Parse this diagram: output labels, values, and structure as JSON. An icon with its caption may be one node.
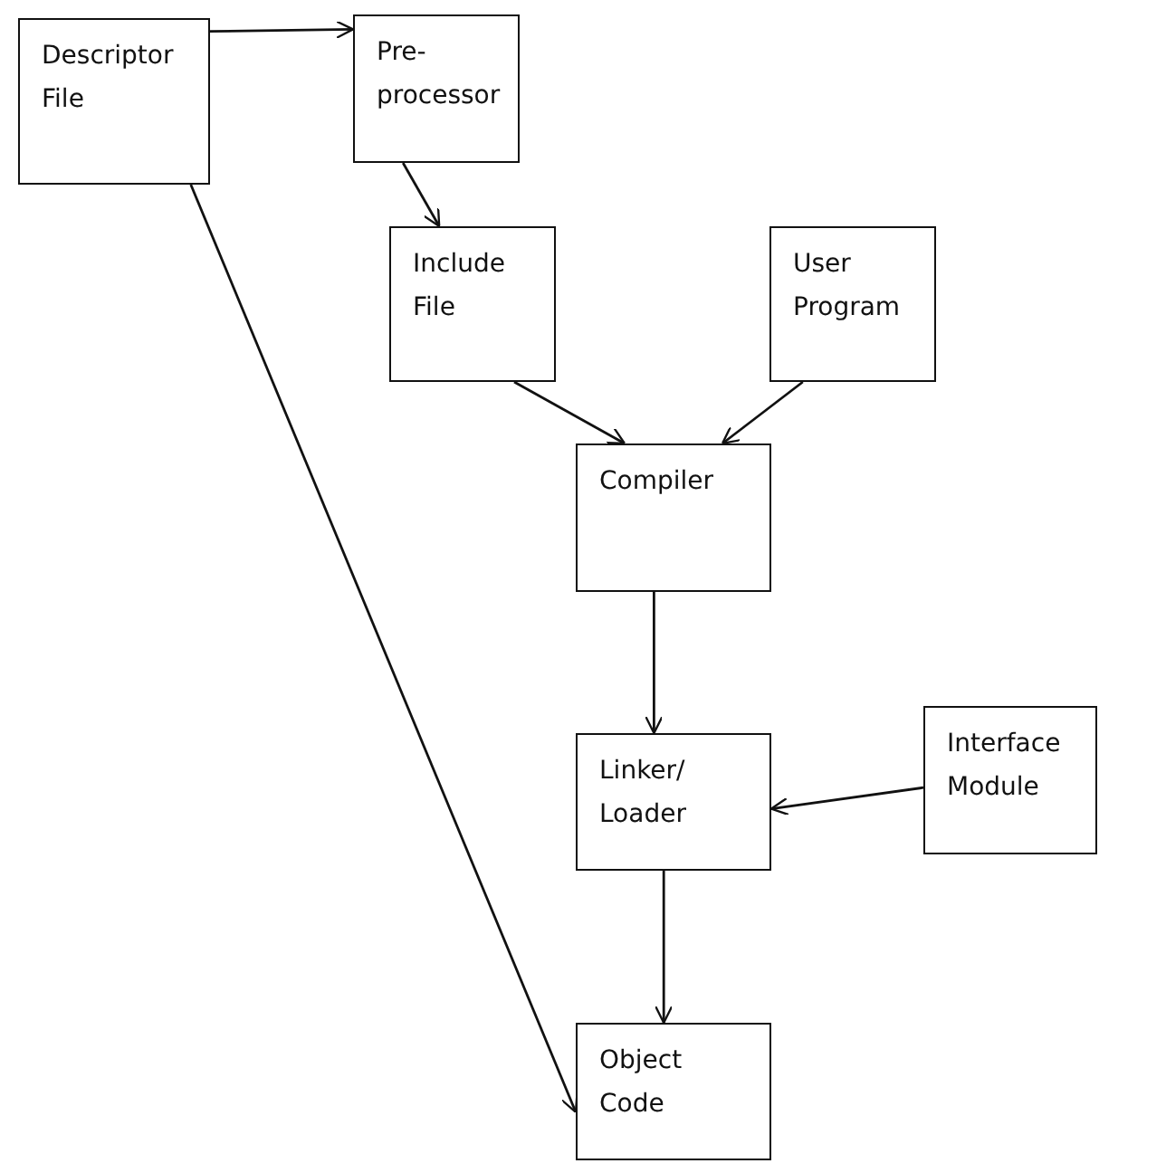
{
  "diagram": {
    "nodes": [
      {
        "text": [
          "Descriptor File"
        ]
      },
      {
        "text": [
          "Pre-processor"
        ]
      },
      {
        "text": [
          "Include File"
        ]
      },
      {
        "text": [
          "User Program"
        ]
      },
      {
        "text": [
          "Compiler"
        ]
      },
      {
        "text": [
          "Linker/ Loader"
        ]
      },
      {
        "text": [
          "Interface Module"
        ]
      },
      {
        "text": [
          "Object Code"
        ]
      }
    ],
    "edges": [
      {
        "from": 0,
        "to": 1,
        "arrow": "to"
      },
      {
        "from": 1,
        "to": 2,
        "arrow": "to"
      },
      {
        "from": 2,
        "to": 4,
        "arrow": "to"
      },
      {
        "from": 3,
        "to": 4,
        "arrow": "to"
      },
      {
        "from": 4,
        "to": 5,
        "arrow": "to"
      },
      {
        "from": 6,
        "to": 5,
        "arrow": "to"
      },
      {
        "from": 5,
        "to": 7,
        "arrow": "to"
      },
      {
        "from": 0,
        "to": 7,
        "arrow": "to"
      }
    ]
  }
}
